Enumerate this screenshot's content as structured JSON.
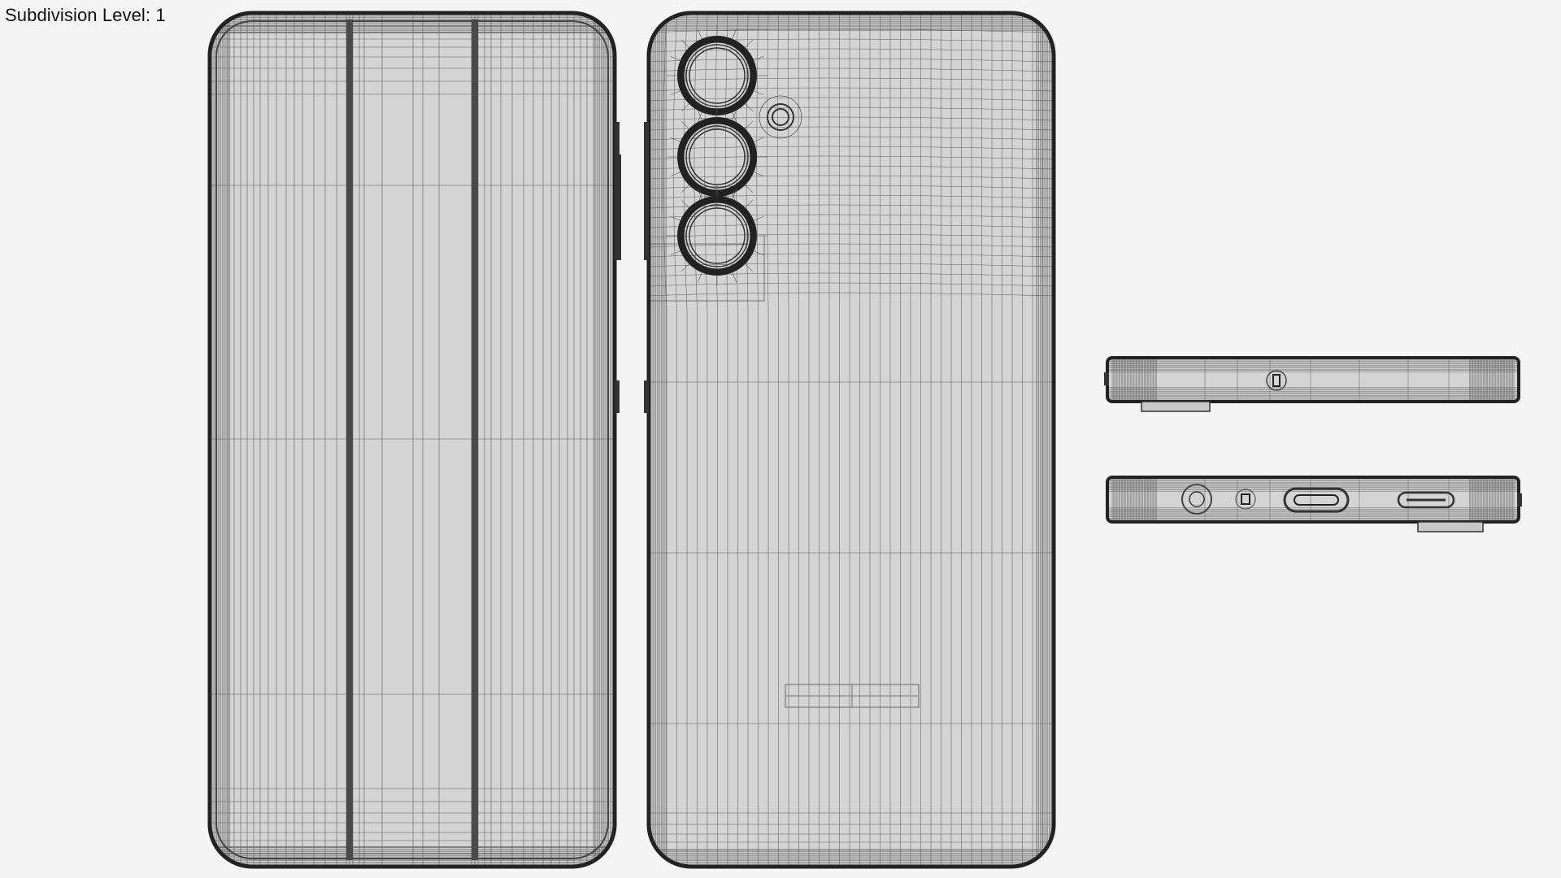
{
  "viewport_overlay": {
    "subdivision_text": "Subdivision Level: 1"
  },
  "colors": {
    "background": "#f4f4f4",
    "surface": "#d4d4d4",
    "wire_fine": "#5c5c5c",
    "wire_edge": "#222222"
  },
  "views": [
    {
      "name": "front-view"
    },
    {
      "name": "back-view"
    },
    {
      "name": "top-edge-view"
    },
    {
      "name": "bottom-edge-view"
    }
  ]
}
